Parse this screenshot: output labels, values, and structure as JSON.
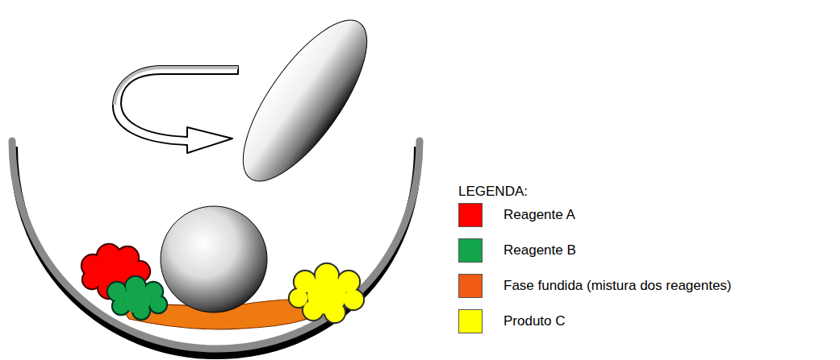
{
  "diagram": {
    "labels": [
      "LEGENDA:"
    ],
    "legend": [
      {
        "text": "Reagente A",
        "color": "#ff0000"
      },
      {
        "text": "Reagente B",
        "color": "#12a54a"
      },
      {
        "text": "Fase fundida (mistura dos reagentes)",
        "color": "#f05a14"
      },
      {
        "text": "Produto C",
        "color": "#ffff00"
      }
    ]
  }
}
